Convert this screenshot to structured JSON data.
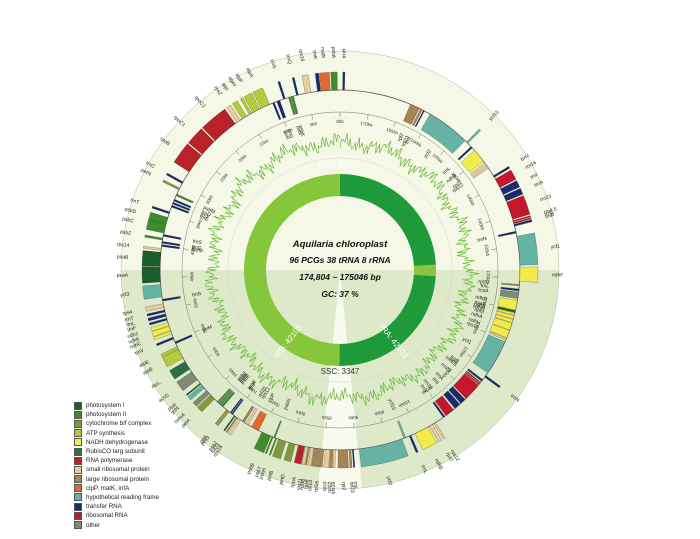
{
  "center": {
    "title": "Aquilaria chloroplast",
    "line1": "96 PCGs  38 tRNA 8 rRNA",
    "line2": "174,804 ~ 175046 bp",
    "line3": "GC: 37 %"
  },
  "regions": {
    "lsc": "LSC: 87355",
    "irb": "IRB: 42103",
    "ira": "IRA: 42103",
    "ssc": "SSC: 3347"
  },
  "colors": {
    "lsc": "#86c63b",
    "irb": "#1f9a3a",
    "ira": "#1f9a3a",
    "ssc": "#8bc53f",
    "lsc_band": "#f5f8e6",
    "ir_band": "#dde9c9",
    "gc_line": "#66b832"
  },
  "legend": [
    {
      "label": "photosystem I",
      "color": "#1b5e2a"
    },
    {
      "label": "photosystem II",
      "color": "#3e8c2e"
    },
    {
      "label": "cytochrome b/f complex",
      "color": "#7f9a3a"
    },
    {
      "label": "ATP synthesis",
      "color": "#b6cb3c"
    },
    {
      "label": "NADH dehydrogenase",
      "color": "#f2ec4a"
    },
    {
      "label": "RubisCO larg subunit",
      "color": "#2d6e40"
    },
    {
      "label": "RNA polymerase",
      "color": "#b8232a"
    },
    {
      "label": "small ribosomal protein",
      "color": "#e8cc9b"
    },
    {
      "label": "large ribosomal protein",
      "color": "#a88452"
    },
    {
      "label": "clpP, matK, infA",
      "color": "#e06a2c"
    },
    {
      "label": "hypothetical reading frame",
      "color": "#67b3a3"
    },
    {
      "label": "transfer RNA",
      "color": "#1a2a6e"
    },
    {
      "label": "ribosomal RNA",
      "color": "#c4182a"
    },
    {
      "label": "other",
      "color": "#7c8a77"
    }
  ],
  "ticks": [
    "0kb",
    "5kb",
    "10kb",
    "15kb",
    "20kb",
    "25kb",
    "30kb",
    "35kb",
    "40kb",
    "45kb",
    "50kb",
    "55kb",
    "60kb",
    "65kb",
    "70kb",
    "75kb",
    "80kb",
    "85kb",
    "90kb",
    "95kb",
    "100kb",
    "105kb",
    "110kb",
    "115kb",
    "120kb",
    "125kb",
    "130kb",
    "135kb",
    "140kb",
    "145kb",
    "150kb",
    "155kb",
    "160kb",
    "165kb",
    "170kb"
  ],
  "genes": [
    {
      "name": "psbA",
      "pos": 0.4,
      "len": 0.9,
      "cat": 1,
      "out": true
    },
    {
      "name": "matK",
      "pos": 1.5,
      "len": 1.4,
      "cat": 9,
      "out": true
    },
    {
      "name": "trnK",
      "pos": 3.0,
      "len": 0.5,
      "cat": 11,
      "out": true
    },
    {
      "name": "rps16",
      "pos": 4.5,
      "len": 0.9,
      "cat": 7,
      "out": true
    },
    {
      "name": "trnQ",
      "pos": 6.5,
      "len": 0.3,
      "cat": 11,
      "out": true
    },
    {
      "name": "psbK",
      "pos": 7.3,
      "len": 0.4,
      "cat": 1,
      "out": false
    },
    {
      "name": "psbI",
      "pos": 7.8,
      "len": 0.3,
      "cat": 1,
      "out": false
    },
    {
      "name": "trnS",
      "pos": 8.6,
      "len": 0.3,
      "cat": 11,
      "out": true
    },
    {
      "name": "trnG",
      "pos": 9.5,
      "len": 0.5,
      "cat": 11,
      "out": false
    },
    {
      "name": "trnR",
      "pos": 10.4,
      "len": 0.3,
      "cat": 11,
      "out": false
    },
    {
      "name": "atpA",
      "pos": 11.2,
      "len": 1.5,
      "cat": 3,
      "out": true
    },
    {
      "name": "atpF",
      "pos": 12.9,
      "len": 1.2,
      "cat": 3,
      "out": true
    },
    {
      "name": "atpH",
      "pos": 14.3,
      "len": 0.4,
      "cat": 3,
      "out": true
    },
    {
      "name": "atpI",
      "pos": 15.2,
      "len": 0.8,
      "cat": 3,
      "out": true
    },
    {
      "name": "rps2",
      "pos": 16.3,
      "len": 0.7,
      "cat": 7,
      "out": true
    },
    {
      "name": "rpoC2",
      "pos": 17.3,
      "len": 4.1,
      "cat": 6,
      "out": true
    },
    {
      "name": "rpoC1",
      "pos": 21.6,
      "len": 2.7,
      "cat": 6,
      "out": true
    },
    {
      "name": "rpoB",
      "pos": 24.5,
      "len": 3.2,
      "cat": 6,
      "out": true
    },
    {
      "name": "trnC",
      "pos": 29.5,
      "len": 0.3,
      "cat": 11,
      "out": true
    },
    {
      "name": "petN",
      "pos": 30.6,
      "len": 0.3,
      "cat": 2,
      "out": true
    },
    {
      "name": "psbM",
      "pos": 31.6,
      "len": 0.3,
      "cat": 1,
      "out": false
    },
    {
      "name": "trnD",
      "pos": 32.5,
      "len": 0.3,
      "cat": 11,
      "out": false
    },
    {
      "name": "trnY",
      "pos": 33.0,
      "len": 0.3,
      "cat": 11,
      "out": false
    },
    {
      "name": "trnE",
      "pos": 33.5,
      "len": 0.3,
      "cat": 11,
      "out": false
    },
    {
      "name": "trnT",
      "pos": 34.6,
      "len": 0.3,
      "cat": 11,
      "out": true
    },
    {
      "name": "psbD",
      "pos": 35.5,
      "len": 1.1,
      "cat": 1,
      "out": true
    },
    {
      "name": "psbC",
      "pos": 36.6,
      "len": 1.4,
      "cat": 1,
      "out": true
    },
    {
      "name": "trnS",
      "pos": 38.2,
      "len": 0.3,
      "cat": 11,
      "out": false
    },
    {
      "name": "psbZ",
      "pos": 38.8,
      "len": 0.3,
      "cat": 1,
      "out": true
    },
    {
      "name": "trnG",
      "pos": 39.3,
      "len": 0.3,
      "cat": 11,
      "out": false
    },
    {
      "name": "trnfM",
      "pos": 39.8,
      "len": 0.3,
      "cat": 11,
      "out": false
    },
    {
      "name": "rps14",
      "pos": 40.4,
      "len": 0.3,
      "cat": 7,
      "out": true
    },
    {
      "name": "psaB",
      "pos": 41.0,
      "len": 2.2,
      "cat": 0,
      "out": true
    },
    {
      "name": "psaA",
      "pos": 43.3,
      "len": 2.3,
      "cat": 0,
      "out": true
    },
    {
      "name": "ycf3",
      "pos": 46.0,
      "len": 1.9,
      "cat": 10,
      "out": true
    },
    {
      "name": "trnS",
      "pos": 48.3,
      "len": 0.3,
      "cat": 11,
      "out": false
    },
    {
      "name": "rps4",
      "pos": 49.0,
      "len": 0.6,
      "cat": 7,
      "out": true
    },
    {
      "name": "trnT",
      "pos": 50.0,
      "len": 0.3,
      "cat": 11,
      "out": true
    },
    {
      "name": "trnL",
      "pos": 50.6,
      "len": 0.4,
      "cat": 11,
      "out": true
    },
    {
      "name": "trnF",
      "pos": 51.3,
      "len": 0.3,
      "cat": 11,
      "out": true
    },
    {
      "name": "ndhJ",
      "pos": 52.0,
      "len": 0.5,
      "cat": 4,
      "out": true
    },
    {
      "name": "ndhK",
      "pos": 52.6,
      "len": 0.7,
      "cat": 4,
      "out": true
    },
    {
      "name": "ndhC",
      "pos": 53.4,
      "len": 0.4,
      "cat": 4,
      "out": true
    },
    {
      "name": "trnV",
      "pos": 54.4,
      "len": 0.3,
      "cat": 11,
      "out": true
    },
    {
      "name": "trnM",
      "pos": 55.2,
      "len": 0.3,
      "cat": 11,
      "out": false
    },
    {
      "name": "atpE",
      "pos": 56.0,
      "len": 0.4,
      "cat": 3,
      "out": true
    },
    {
      "name": "atpB",
      "pos": 56.5,
      "len": 1.5,
      "cat": 3,
      "out": true
    },
    {
      "name": "rbcL",
      "pos": 58.6,
      "len": 1.4,
      "cat": 5,
      "out": true
    },
    {
      "name": "accD",
      "pos": 60.5,
      "len": 1.5,
      "cat": 13,
      "out": true
    },
    {
      "name": "psaI",
      "pos": 62.7,
      "len": 0.2,
      "cat": 0,
      "out": true
    },
    {
      "name": "ycf4",
      "pos": 63.1,
      "len": 0.6,
      "cat": 10,
      "out": true
    },
    {
      "name": "cemA",
      "pos": 64.2,
      "len": 0.7,
      "cat": 13,
      "out": true
    },
    {
      "name": "petA",
      "pos": 65.1,
      "len": 0.9,
      "cat": 2,
      "out": true
    },
    {
      "name": "psbJ",
      "pos": 66.6,
      "len": 0.2,
      "cat": 1,
      "out": false
    },
    {
      "name": "psbL",
      "pos": 66.9,
      "len": 0.2,
      "cat": 1,
      "out": false
    },
    {
      "name": "psbF",
      "pos": 67.2,
      "len": 0.2,
      "cat": 1,
      "out": false
    },
    {
      "name": "psbE",
      "pos": 67.5,
      "len": 0.3,
      "cat": 1,
      "out": false
    },
    {
      "name": "petL",
      "pos": 68.5,
      "len": 0.2,
      "cat": 2,
      "out": true
    },
    {
      "name": "petG",
      "pos": 68.8,
      "len": 0.2,
      "cat": 2,
      "out": true
    },
    {
      "name": "trnW",
      "pos": 69.2,
      "len": 0.2,
      "cat": 11,
      "out": false
    },
    {
      "name": "trnP",
      "pos": 69.5,
      "len": 0.2,
      "cat": 11,
      "out": false
    },
    {
      "name": "psaJ",
      "pos": 70.0,
      "len": 0.2,
      "cat": 0,
      "out": true
    },
    {
      "name": "rpl33",
      "pos": 70.4,
      "len": 0.2,
      "cat": 8,
      "out": true
    },
    {
      "name": "rps18",
      "pos": 70.8,
      "len": 0.4,
      "cat": 7,
      "out": true
    },
    {
      "name": "rpl20",
      "pos": 71.5,
      "len": 0.4,
      "cat": 8,
      "out": false
    },
    {
      "name": "rps12",
      "pos": 72.2,
      "len": 0.4,
      "cat": 7,
      "out": false
    },
    {
      "name": "clpP",
      "pos": 73.2,
      "len": 1.2,
      "cat": 9,
      "out": false
    },
    {
      "name": "psbB",
      "pos": 75.0,
      "len": 1.5,
      "cat": 1,
      "out": true
    },
    {
      "name": "psbT",
      "pos": 76.7,
      "len": 0.2,
      "cat": 1,
      "out": true
    },
    {
      "name": "psbN",
      "pos": 77.0,
      "len": 0.2,
      "cat": 1,
      "out": false
    },
    {
      "name": "psbH",
      "pos": 77.3,
      "len": 0.2,
      "cat": 1,
      "out": true
    },
    {
      "name": "petB",
      "pos": 77.8,
      "len": 1.2,
      "cat": 2,
      "out": true
    },
    {
      "name": "petD",
      "pos": 79.5,
      "len": 1.0,
      "cat": 2,
      "out": true
    },
    {
      "name": "rpoA",
      "pos": 81.0,
      "len": 1.0,
      "cat": 6,
      "out": true
    },
    {
      "name": "rps11",
      "pos": 82.1,
      "len": 0.4,
      "cat": 7,
      "out": true
    },
    {
      "name": "rpl36",
      "pos": 82.6,
      "len": 0.2,
      "cat": 8,
      "out": true
    },
    {
      "name": "rps8",
      "pos": 83.0,
      "len": 0.4,
      "cat": 7,
      "out": true
    },
    {
      "name": "rpl14",
      "pos": 83.5,
      "len": 0.4,
      "cat": 8,
      "out": true
    },
    {
      "name": "rpl16",
      "pos": 84.0,
      "len": 1.0,
      "cat": 8,
      "out": true
    },
    {
      "name": "rps3",
      "pos": 85.2,
      "len": 0.7,
      "cat": 7,
      "out": true
    },
    {
      "name": "rpl22",
      "pos": 86.0,
      "len": 0.4,
      "cat": 8,
      "out": true
    },
    {
      "name": "rps19",
      "pos": 86.5,
      "len": 0.3,
      "cat": 7,
      "out": true
    },
    {
      "name": "rpl2",
      "pos": 87.2,
      "len": 1.5,
      "cat": 8,
      "out": true
    },
    {
      "name": "rpl23",
      "pos": 88.9,
      "len": 0.3,
      "cat": 8,
      "out": true
    },
    {
      "name": "trnI",
      "pos": 89.4,
      "len": 0.2,
      "cat": 11,
      "out": true
    },
    {
      "name": "ycf2",
      "pos": 90.5,
      "len": 6.8,
      "cat": 10,
      "out": true
    },
    {
      "name": "ycf15",
      "pos": 97.6,
      "len": 0.3,
      "cat": 10,
      "out": false
    },
    {
      "name": "trnL",
      "pos": 98.5,
      "len": 0.3,
      "cat": 11,
      "out": true
    },
    {
      "name": "ndhB",
      "pos": 99.5,
      "len": 2.2,
      "cat": 4,
      "out": true
    },
    {
      "name": "rps7",
      "pos": 102.0,
      "len": 0.5,
      "cat": 7,
      "out": true
    },
    {
      "name": "rps12",
      "pos": 102.8,
      "len": 0.3,
      "cat": 7,
      "out": true
    },
    {
      "name": "trnV",
      "pos": 104.5,
      "len": 0.3,
      "cat": 11,
      "out": false
    },
    {
      "name": "rrn16",
      "pos": 105.0,
      "len": 1.5,
      "cat": 12,
      "out": false
    },
    {
      "name": "trnI",
      "pos": 106.8,
      "len": 1.0,
      "cat": 11,
      "out": false
    },
    {
      "name": "trnA",
      "pos": 108.0,
      "len": 0.9,
      "cat": 11,
      "out": false
    },
    {
      "name": "rrn23",
      "pos": 109.1,
      "len": 2.8,
      "cat": 12,
      "out": false
    },
    {
      "name": "rrn4.5",
      "pos": 112.0,
      "len": 0.2,
      "cat": 12,
      "out": false
    },
    {
      "name": "rrn5",
      "pos": 112.3,
      "len": 0.2,
      "cat": 12,
      "out": false
    },
    {
      "name": "trnR",
      "pos": 112.7,
      "len": 0.3,
      "cat": 11,
      "out": false
    },
    {
      "name": "trnN",
      "pos": 113.5,
      "len": 0.3,
      "cat": 11,
      "out": true
    },
    {
      "name": "ycf1",
      "pos": 114.3,
      "len": 5.5,
      "cat": 10,
      "out": false
    },
    {
      "name": "rps15",
      "pos": 120.1,
      "len": 0.3,
      "cat": 7,
      "out": false
    },
    {
      "name": "ndhH",
      "pos": 120.5,
      "len": 1.2,
      "cat": 4,
      "out": false
    },
    {
      "name": "ndhA",
      "pos": 121.8,
      "len": 1.1,
      "cat": 4,
      "out": false
    },
    {
      "name": "ndhI",
      "pos": 123.0,
      "len": 0.5,
      "cat": 4,
      "out": false
    },
    {
      "name": "ndhG",
      "pos": 123.6,
      "len": 0.5,
      "cat": 4,
      "out": false
    },
    {
      "name": "ndhE",
      "pos": 124.2,
      "len": 0.3,
      "cat": 4,
      "out": false
    },
    {
      "name": "psaC",
      "pos": 124.6,
      "len": 0.3,
      "cat": 0,
      "out": false
    },
    {
      "name": "ndhD",
      "pos": 125.0,
      "len": 1.5,
      "cat": 4,
      "out": false
    },
    {
      "name": "ccsA",
      "pos": 126.8,
      "len": 1.0,
      "cat": 13,
      "out": false
    },
    {
      "name": "trnL",
      "pos": 128.0,
      "len": 0.3,
      "cat": 11,
      "out": false
    },
    {
      "name": "rpl32",
      "pos": 128.8,
      "len": 0.2,
      "cat": 8,
      "out": false
    },
    {
      "name": "ndhF",
      "pos": 129.5,
      "len": 2.2,
      "cat": 4,
      "out": true
    },
    {
      "name": "ycf1",
      "pos": 132.0,
      "len": 4.5,
      "cat": 10,
      "out": true
    },
    {
      "name": "trnN",
      "pos": 137.0,
      "len": 0.3,
      "cat": 11,
      "out": false
    },
    {
      "name": "trnR",
      "pos": 138.1,
      "len": 0.3,
      "cat": 11,
      "out": true
    },
    {
      "name": "rrn5",
      "pos": 138.5,
      "len": 0.2,
      "cat": 12,
      "out": true
    },
    {
      "name": "rrn4.5",
      "pos": 138.8,
      "len": 0.2,
      "cat": 12,
      "out": true
    },
    {
      "name": "rrn23",
      "pos": 139.2,
      "len": 2.8,
      "cat": 12,
      "out": true
    },
    {
      "name": "trnA",
      "pos": 142.2,
      "len": 0.9,
      "cat": 11,
      "out": true
    },
    {
      "name": "trnI",
      "pos": 143.3,
      "len": 1.0,
      "cat": 11,
      "out": true
    },
    {
      "name": "rrn16",
      "pos": 144.5,
      "len": 1.5,
      "cat": 12,
      "out": true
    },
    {
      "name": "trnV",
      "pos": 146.3,
      "len": 0.3,
      "cat": 11,
      "out": true
    },
    {
      "name": "rps12",
      "pos": 148.0,
      "len": 0.3,
      "cat": 7,
      "out": false
    },
    {
      "name": "rps7",
      "pos": 148.5,
      "len": 0.5,
      "cat": 7,
      "out": false
    },
    {
      "name": "ndhB",
      "pos": 149.3,
      "len": 2.2,
      "cat": 4,
      "out": false
    },
    {
      "name": "trnL",
      "pos": 152.0,
      "len": 0.3,
      "cat": 11,
      "out": false
    },
    {
      "name": "ycf15",
      "pos": 153.0,
      "len": 0.3,
      "cat": 10,
      "out": true
    },
    {
      "name": "ycf2",
      "pos": 153.6,
      "len": 6.8,
      "cat": 10,
      "out": false
    },
    {
      "name": "trnI",
      "pos": 161.4,
      "len": 0.2,
      "cat": 11,
      "out": false
    },
    {
      "name": "rpl23",
      "pos": 161.8,
      "len": 0.3,
      "cat": 8,
      "out": false
    },
    {
      "name": "rpl2",
      "pos": 162.3,
      "len": 1.5,
      "cat": 8,
      "out": false
    },
    {
      "name": "trnH",
      "pos": 174.3,
      "len": 0.3,
      "cat": 11,
      "out": true
    }
  ]
}
